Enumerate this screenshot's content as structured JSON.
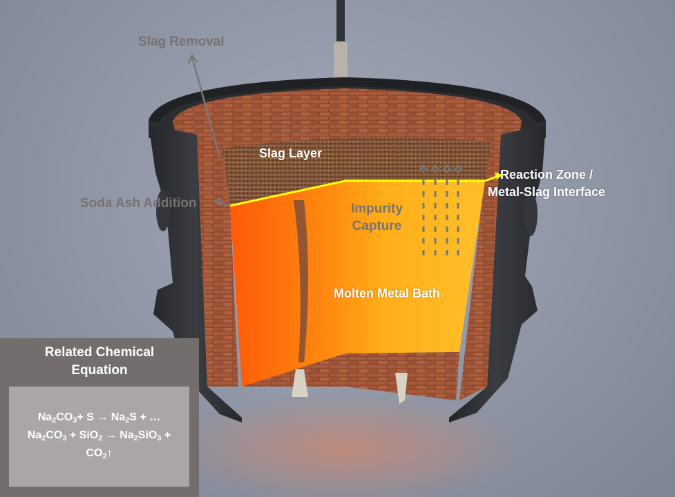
{
  "diagram": {
    "subject": "Ladle desulfurization with soda ash — cutaway view",
    "colors": {
      "background": "#939aa9",
      "ladle_shell": "#2f3135",
      "brick": "#9c5236",
      "molten_metal": "#ff9a10",
      "slag": "#8a5a3c",
      "interface_line": "#ffff00",
      "gray_label": "#777272",
      "panel_dark": "#736e6d",
      "panel_light": "#aba6a5"
    },
    "labels": {
      "slag_removal": "Slag Removal",
      "soda_ash_addition": "Soda Ash Addition",
      "slag_layer": "Slag Layer",
      "reaction_zone_line1": "Reaction Zone /",
      "reaction_zone_line2": "Metal-Slag Interface",
      "impurity_capture_line1": "Impurity",
      "impurity_capture_line2": "Capture",
      "molten_metal_bath": "Molten Metal Bath"
    },
    "equation_panel": {
      "title_line1": "Related Chemical",
      "title_line2": "Equation",
      "equations": [
        {
          "parts": [
            "Na",
            "2",
            "CO",
            "3",
            "+ S → Na",
            "2",
            "S + …"
          ]
        },
        {
          "parts": [
            "Na",
            "2",
            "CO",
            "3",
            " + SiO",
            "2",
            " → Na",
            "2",
            "SiO",
            "3",
            " +"
          ]
        },
        {
          "parts": [
            "CO",
            "2",
            "↑"
          ]
        }
      ]
    },
    "icons": {
      "slag_removal_arrow": "arrow-up-left",
      "soda_ash_arrow": "arrow-left",
      "reaction_zone_arrow": "arrow-right",
      "impurity_arrows": "four dashed upward arrows"
    }
  }
}
